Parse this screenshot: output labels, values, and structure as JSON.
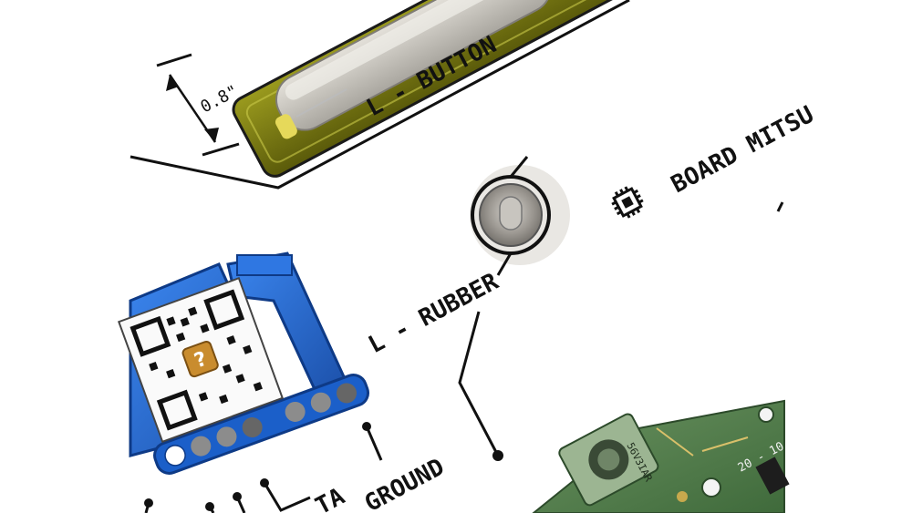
{
  "labels": {
    "l_button": "L - BUTTON",
    "dimension": "0.8\"",
    "board": "BOARD MITSU",
    "l_rubber": "L - RUBBER",
    "ground": "GROUND",
    "data_partial": "TA",
    "pcb_code_1": "56V3IAR",
    "pcb_code_2": "20 - 10"
  },
  "qr_center_glyph": "?",
  "colors": {
    "button_tray": "#7a7a12",
    "button_tray_dark": "#3d3d08",
    "button_grey": "#c9c6c0",
    "ribbon_blue": "#1b5fc9",
    "ribbon_blue_light": "#3b86ef",
    "pcb_green": "#4f7b4a",
    "pad_grey": "#8a8a8a"
  },
  "icons": [
    "chip-icon"
  ]
}
